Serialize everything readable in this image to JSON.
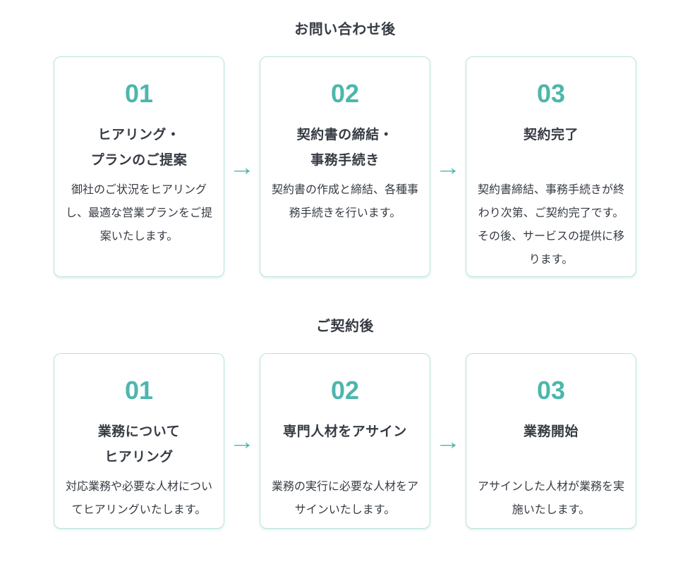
{
  "accent_color": "#4db6ac",
  "card_border_color": "#b9e2df",
  "text_color": "#363b43",
  "arrow_glyph": "→",
  "sections": [
    {
      "title": "お問い合わせ後",
      "cards": [
        {
          "number": "01",
          "title": "ヒアリング・\nプランのご提案",
          "body": "御社のご状況をヒアリングし、最適な営業プランをご提案いたします。"
        },
        {
          "number": "02",
          "title": "契約書の締結・\n事務手続き",
          "body": "契約書の作成と締結、各種事務手続きを行います。"
        },
        {
          "number": "03",
          "title": "契約完了",
          "body": "契約書締結、事務手続きが終わり次第、ご契約完了です。その後、サービスの提供に移ります。"
        }
      ]
    },
    {
      "title": "ご契約後",
      "cards": [
        {
          "number": "01",
          "title": "業務について\nヒアリング",
          "body": "対応業務や必要な人材についてヒアリングいたします。"
        },
        {
          "number": "02",
          "title": "専門人材をアサイン",
          "body": "業務の実行に必要な人材をアサインいたします。"
        },
        {
          "number": "03",
          "title": "業務開始",
          "body": "アサインした人材が業務を実施いたします。"
        }
      ]
    }
  ]
}
